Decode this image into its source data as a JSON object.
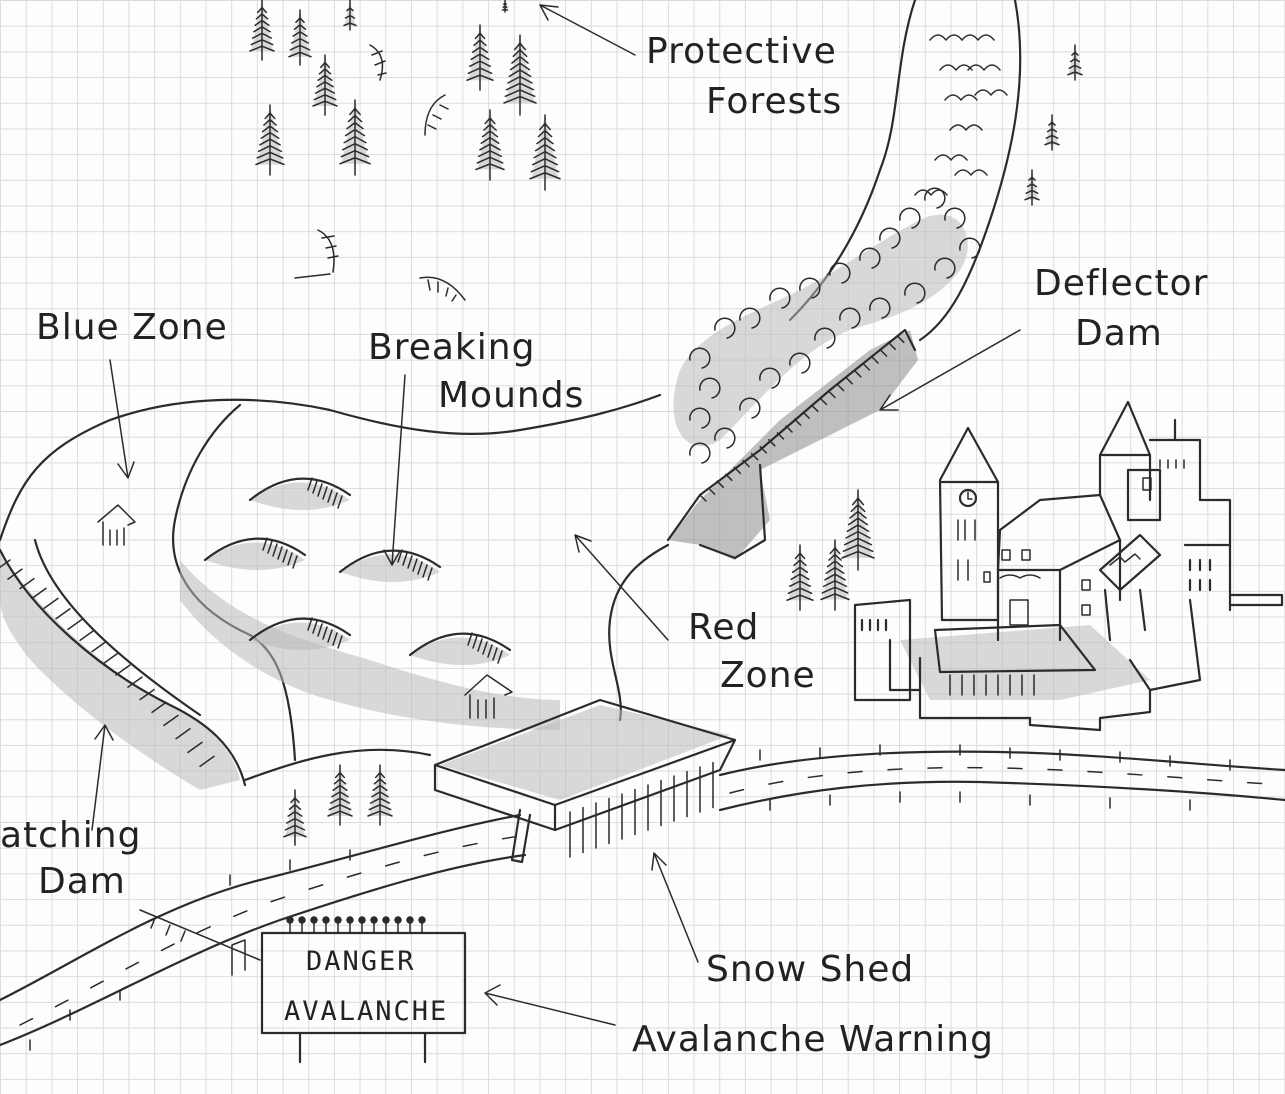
{
  "labels": {
    "protective_forests_1": "Protective",
    "protective_forests_2": "Forests",
    "deflector_dam_1": "Deflector",
    "deflector_dam_2": "Dam",
    "blue_zone": "Blue Zone",
    "breaking_mounds_1": "Breaking",
    "breaking_mounds_2": "Mounds",
    "red_zone_1": "Red",
    "red_zone_2": "Zone",
    "catching_dam_1": "atching",
    "catching_dam_2": "Dam",
    "snow_shed": "Snow Shed",
    "avalanche_warning": "Avalanche Warning"
  },
  "sign": {
    "line1": "DANGER",
    "line2": "AVALANCHE"
  },
  "colors": {
    "ink": "#2b2b2b",
    "paper": "#fdfdfc",
    "grid": "#dcdcdc",
    "pencil_shade": "#b9b9b9"
  }
}
